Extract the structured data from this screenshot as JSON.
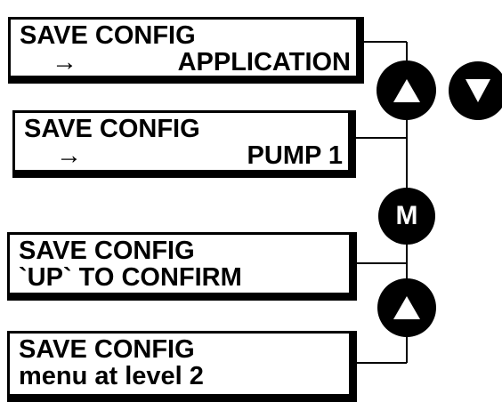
{
  "screens": [
    {
      "line1": "SAVE CONFIG",
      "arrow": "→",
      "line2": "APPLICATION"
    },
    {
      "line1": "SAVE CONFIG",
      "arrow": "→",
      "line2": "PUMP 1"
    },
    {
      "line1": "SAVE CONFIG",
      "line2": "`UP` TO CONFIRM"
    },
    {
      "line1": "SAVE CONFIG",
      "line2": "menu at level 2"
    }
  ],
  "buttons": {
    "up_icon": "triangle-up-icon",
    "down_icon": "triangle-down-icon",
    "menu_label": "M"
  }
}
